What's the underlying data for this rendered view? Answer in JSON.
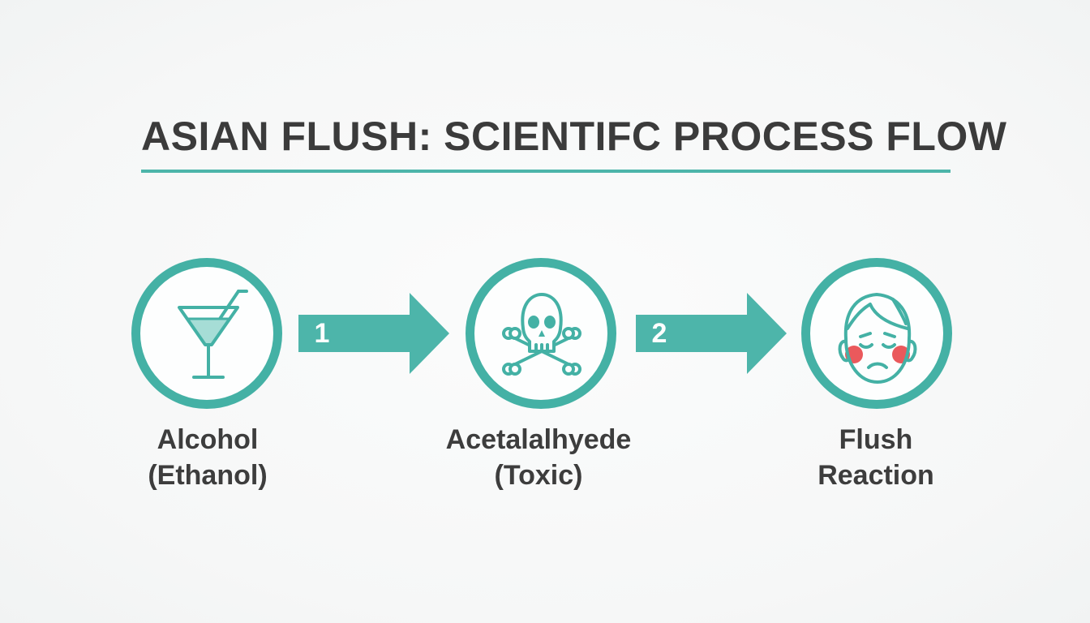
{
  "title": "ASIAN FLUSH: SCIENTIFC PROCESS FLOW",
  "colors": {
    "accent": "#44b1a5",
    "text": "#3b3b3b",
    "cheek": "#e8474a"
  },
  "steps": [
    {
      "icon": "cocktail-glass-icon",
      "line1": "Alcohol",
      "line2": "(Ethanol)"
    },
    {
      "icon": "skull-crossbones-icon",
      "line1": "Acetalalhyede",
      "line2": "(Toxic)"
    },
    {
      "icon": "flushed-face-icon",
      "line1": "Flush",
      "line2": "Reaction"
    }
  ],
  "arrows": [
    {
      "number": "1"
    },
    {
      "number": "2"
    }
  ]
}
